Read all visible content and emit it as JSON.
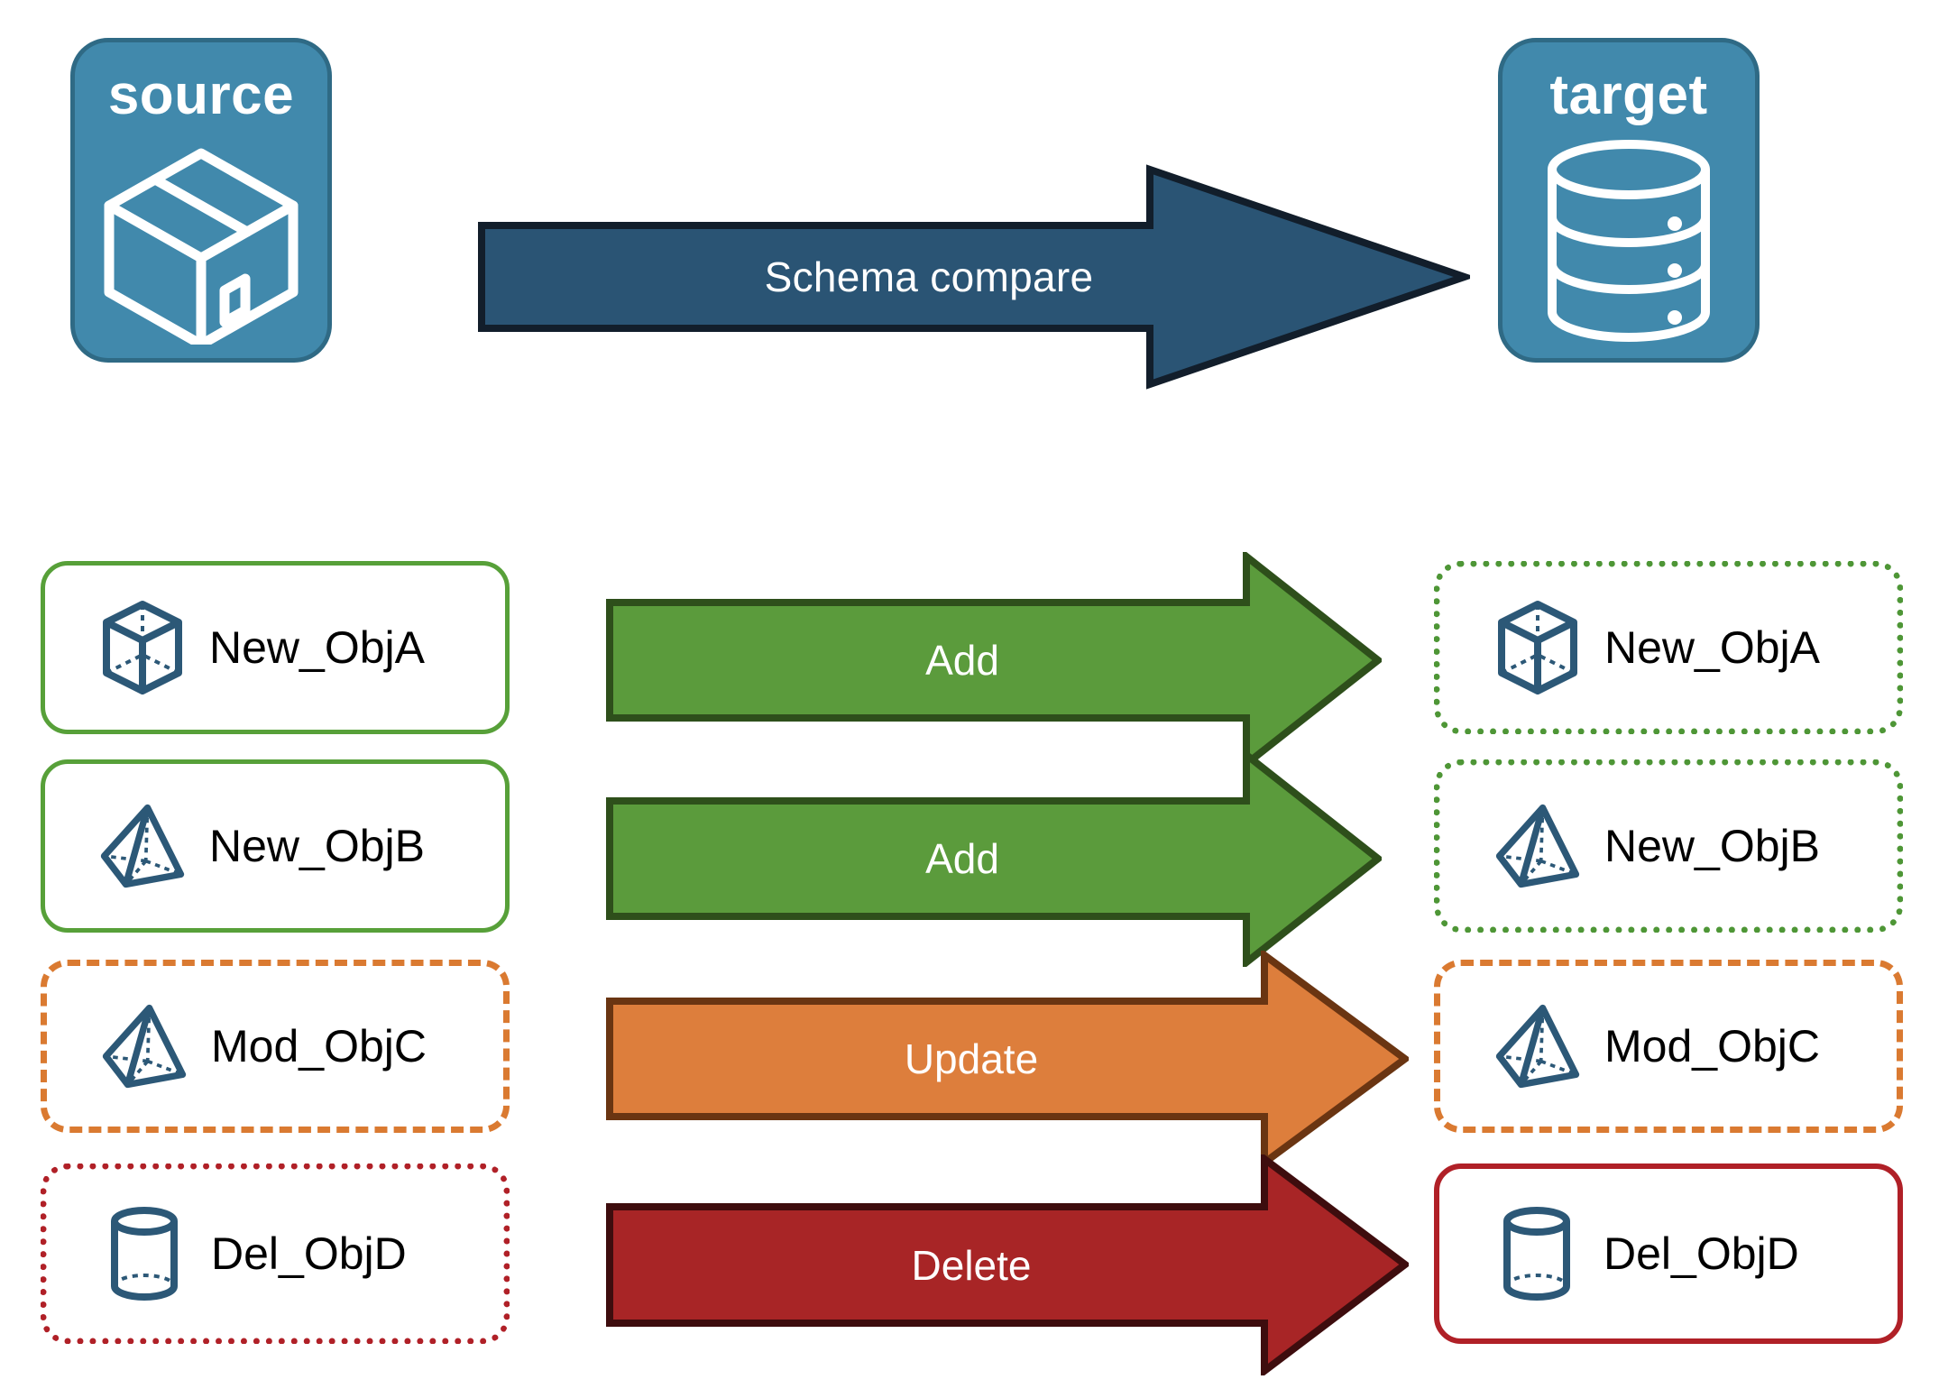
{
  "endpoints": {
    "source": {
      "title": "source",
      "icon": "package-box-icon",
      "fill": "#4189AC",
      "stroke": "#2F6A85"
    },
    "target": {
      "title": "target",
      "icon": "database-cylinder-icon",
      "fill": "#4189AC",
      "stroke": "#2F6A85"
    }
  },
  "compare_arrow": {
    "label": "Schema compare",
    "fill": "#2A5474",
    "stroke": "#121E2B",
    "text_color": "#ffffff"
  },
  "colors": {
    "green": "#5B9B3C",
    "green_dark": "#2E4F1B",
    "green_border": "#57A039",
    "orange": "#DD7E3C",
    "orange_dark": "#6A3512",
    "orange_border": "#DA7A31",
    "red": "#A82526",
    "red_dark": "#3E0D0E",
    "red_border": "#B02027",
    "object_icon": "#2C5877",
    "panel_blue": "#4189AC",
    "panel_blue_dark": "#2F6A85"
  },
  "rows": [
    {
      "source": {
        "label": "New_ObjA",
        "icon": "cube-wireframe-icon",
        "border_style": "solid",
        "border_color": "#57A039"
      },
      "action": {
        "label": "Add",
        "color": "#5B9B3C",
        "outline": "#2E4F1B"
      },
      "target": {
        "label": "New_ObjA",
        "icon": "cube-wireframe-icon",
        "border_style": "dotted",
        "border_color": "#4E9636"
      }
    },
    {
      "source": {
        "label": "New_ObjB",
        "icon": "pyramid-wireframe-icon",
        "border_style": "solid",
        "border_color": "#57A039"
      },
      "action": {
        "label": "Add",
        "color": "#5B9B3C",
        "outline": "#2E4F1B"
      },
      "target": {
        "label": "New_ObjB",
        "icon": "pyramid-wireframe-icon",
        "border_style": "dotted",
        "border_color": "#4E9636"
      }
    },
    {
      "source": {
        "label": "Mod_ObjC",
        "icon": "pyramid-wireframe-icon",
        "border_style": "dashed",
        "border_color": "#DA7A31"
      },
      "action": {
        "label": "Update",
        "color": "#DD7E3C",
        "outline": "#6A3512"
      },
      "target": {
        "label": "Mod_ObjC",
        "icon": "pyramid-wireframe-icon",
        "border_style": "dashed",
        "border_color": "#DA7A31"
      }
    },
    {
      "source": {
        "label": "Del_ObjD",
        "icon": "cylinder-wireframe-icon",
        "border_style": "dotted",
        "border_color": "#B02027"
      },
      "action": {
        "label": "Delete",
        "color": "#A82526",
        "outline": "#3E0D0E"
      },
      "target": {
        "label": "Del_ObjD",
        "icon": "cylinder-wireframe-icon",
        "border_style": "solid",
        "border_color": "#B02027"
      }
    }
  ]
}
